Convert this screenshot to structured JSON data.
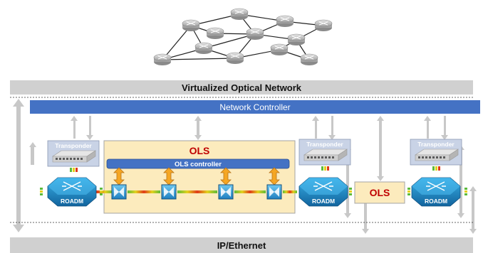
{
  "top_label": "Virtualized Optical Network",
  "bottom_label": "IP/Ethernet",
  "controller_label": "Network Controller",
  "ols_label": "OLS",
  "ols_controller_label": "OLS controller",
  "middle_ols_label": "OLS",
  "transponder_label": "Transponder",
  "roadm_label": "ROADM",
  "colors": {
    "controller": "#4472c4",
    "ols_box": "#fcebbd",
    "ols_text": "#c00000",
    "roadm": "#1e90c8",
    "arrow_gray": "#c8c8c8",
    "band_gray": "#d0d0d0",
    "orange": "#f5a623"
  }
}
